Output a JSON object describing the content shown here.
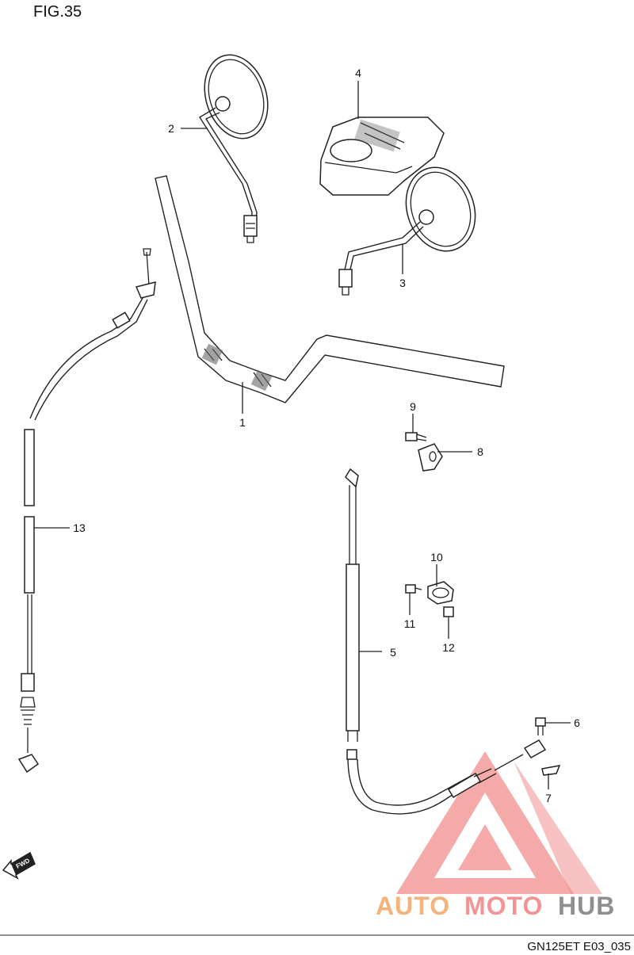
{
  "figure": {
    "title": "FIG.35",
    "code": "GN125ET E03_035",
    "fwd_label": "FWD"
  },
  "callouts": [
    "1",
    "2",
    "3",
    "4",
    "5",
    "6",
    "7",
    "8",
    "9",
    "10",
    "11",
    "12",
    "13"
  ],
  "watermark": {
    "text_parts": [
      "AUTO",
      "MOTO",
      "HUB"
    ],
    "colors": {
      "auto": "#f6b27b",
      "moto": "#f29494",
      "hub": "#8f8f8f",
      "logo": "#f07a7a"
    }
  }
}
